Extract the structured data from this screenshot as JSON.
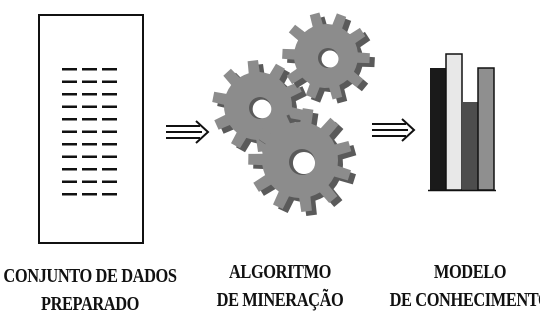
{
  "stages": [
    {
      "id": "dataset",
      "icon": "document-icon",
      "lines": [
        "CONJUNTO DE DADOS",
        "PREPARADO"
      ]
    },
    {
      "id": "algorithm",
      "icon": "gears-icon",
      "lines": [
        "ALGORITMO",
        "DE MINERAÇÃO"
      ]
    },
    {
      "id": "model",
      "icon": "bar-chart-icon",
      "lines": [
        "MODELO",
        "DE CONHECIMENTO"
      ]
    }
  ],
  "arrows": [
    "double-arrow-icon",
    "double-arrow-icon"
  ],
  "colors": {
    "gear_fill": "#8c8c8c",
    "gear_shadow": "#5a5a5a",
    "bar_black": "#1a1a1a",
    "bar_light": "#e8e8e8",
    "bar_dark": "#4d4d4d",
    "bar_mid": "#8f8f8f",
    "ink": "#111111"
  }
}
